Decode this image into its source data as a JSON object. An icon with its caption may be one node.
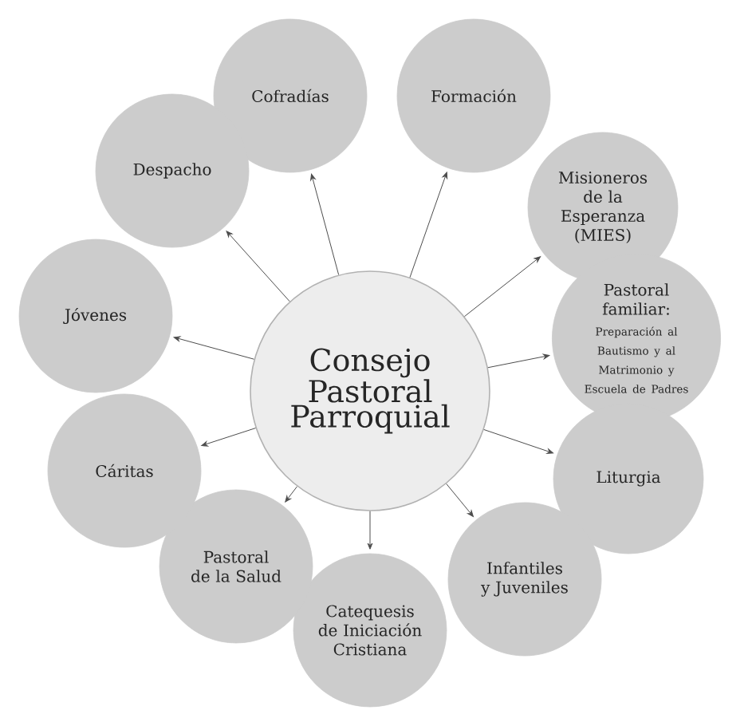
{
  "diagram": {
    "nodes": [
      {
        "text": [
          "Consejo Pastoral Parroquial"
        ]
      },
      {
        "text": [
          "Cofradías"
        ]
      },
      {
        "text": [
          "Formación"
        ]
      },
      {
        "text": [
          "Misioneros de la Esperanza (MIES)"
        ]
      },
      {
        "text": [
          "Pastoral familiar:",
          "Preparación al Bautismo y al Matrimonio y Escuela de Padres"
        ]
      },
      {
        "text": [
          "Liturgia"
        ]
      },
      {
        "text": [
          "Infantiles y Juveniles"
        ]
      },
      {
        "text": [
          "Catequesis de Iniciación Cristiana"
        ]
      },
      {
        "text": [
          "Pastoral de la Salud"
        ]
      },
      {
        "text": [
          "Cáritas"
        ]
      },
      {
        "text": [
          "Jóvenes"
        ]
      },
      {
        "text": [
          "Despacho"
        ]
      }
    ],
    "edges": [
      {
        "from": 0,
        "to": 1,
        "arrow": "to"
      },
      {
        "from": 0,
        "to": 2,
        "arrow": "to"
      },
      {
        "from": 0,
        "to": 3,
        "arrow": "to"
      },
      {
        "from": 0,
        "to": 4,
        "arrow": "to"
      },
      {
        "from": 0,
        "to": 5,
        "arrow": "to"
      },
      {
        "from": 0,
        "to": 6,
        "arrow": "to"
      },
      {
        "from": 0,
        "to": 7,
        "arrow": "to"
      },
      {
        "from": 0,
        "to": 8,
        "arrow": "to"
      },
      {
        "from": 0,
        "to": 9,
        "arrow": "to"
      },
      {
        "from": 0,
        "to": 10,
        "arrow": "to"
      },
      {
        "from": 0,
        "to": 11,
        "arrow": "to"
      }
    ]
  }
}
